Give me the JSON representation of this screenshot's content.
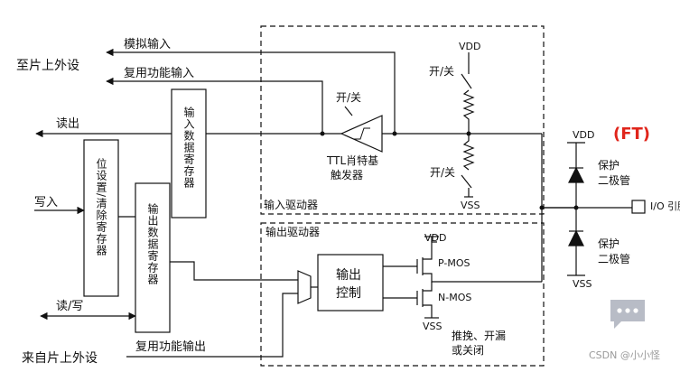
{
  "labels": {
    "analog_input": "模拟输入",
    "alt_func_input": "复用功能输入",
    "to_onchip_peripheral": "至片上外设",
    "read_out": "读出",
    "write_in": "写入",
    "read_write": "读/写",
    "from_onchip_peripheral": "来自片上外设",
    "alt_func_output": "复用功能输出",
    "input_driver": "输入驱动器",
    "output_driver": "输出驱动器",
    "ttl_schmitt": [
      "TTL肖特基",
      "触发器"
    ],
    "switch_top": "开/关",
    "switch_mid": "开/关",
    "switch_bottom": "开/关",
    "vdd_top": "VDD",
    "vss_top": "VSS",
    "vdd_right": "VDD",
    "vss_right": "VSS",
    "vdd_out": "VDD",
    "vss_out": "VSS",
    "protect_top": [
      "保护",
      "二极管"
    ],
    "protect_bottom": [
      "保护",
      "二极管"
    ],
    "io_pin": "I/O 引脚",
    "ft": "(FT)",
    "output_control": [
      "输出",
      "控制"
    ],
    "pmos": "P-MOS",
    "nmos": "N-MOS",
    "push_pull": [
      "推挽、开漏",
      "或关闭"
    ],
    "input_data_register": "输入数据寄存器",
    "output_data_register": "输出数据寄存器",
    "bit_set_reset_register": "位设置/清除寄存器",
    "watermark": "CSDN @小小怪"
  }
}
